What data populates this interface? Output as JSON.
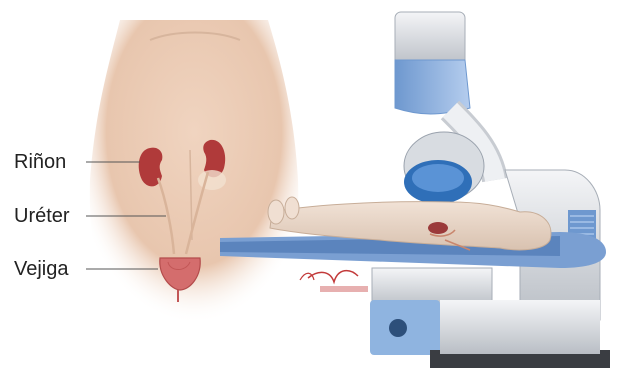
{
  "labels": {
    "kidney": "Riñon",
    "ureter": "Uréter",
    "bladder": "Vejiga"
  },
  "colors": {
    "skin": "#e6c4ae",
    "organ": "#b03a3a",
    "machine_blue": "#8fb4e0",
    "machine_grey": "#cfd3d8"
  }
}
